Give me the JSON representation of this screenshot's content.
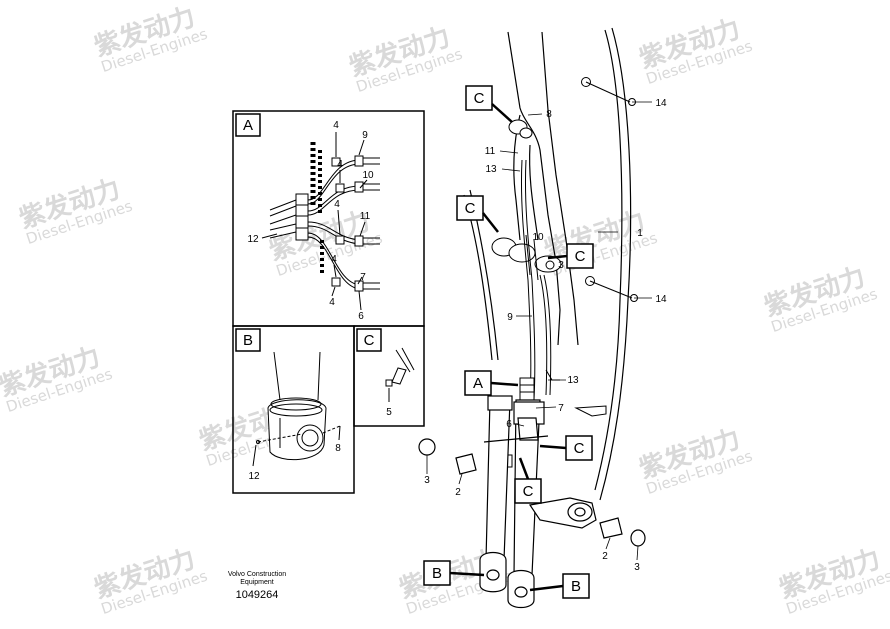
{
  "watermark": {
    "brand": "紫发动力",
    "sub": "Diesel-Engines"
  },
  "detail_boxes": {
    "a": "A",
    "b": "B",
    "c": "C"
  },
  "callout_letters": [
    "C",
    "C",
    "C",
    "A",
    "C",
    "C",
    "B",
    "B"
  ],
  "detail_a_numbers": [
    "4",
    "9",
    "4",
    "10",
    "4",
    "11",
    "12",
    "4",
    "7",
    "4",
    "6"
  ],
  "detail_b_numbers": [
    "8",
    "12"
  ],
  "detail_c_numbers": [
    "5"
  ],
  "main_numbers": [
    "14",
    "8",
    "11",
    "13",
    "1",
    "10",
    "3",
    "14",
    "9",
    "13",
    "7",
    "6",
    "3",
    "2",
    "2",
    "3"
  ],
  "caption": {
    "company": "Volvo Construction Equipment",
    "drawing_number": "1049264"
  }
}
